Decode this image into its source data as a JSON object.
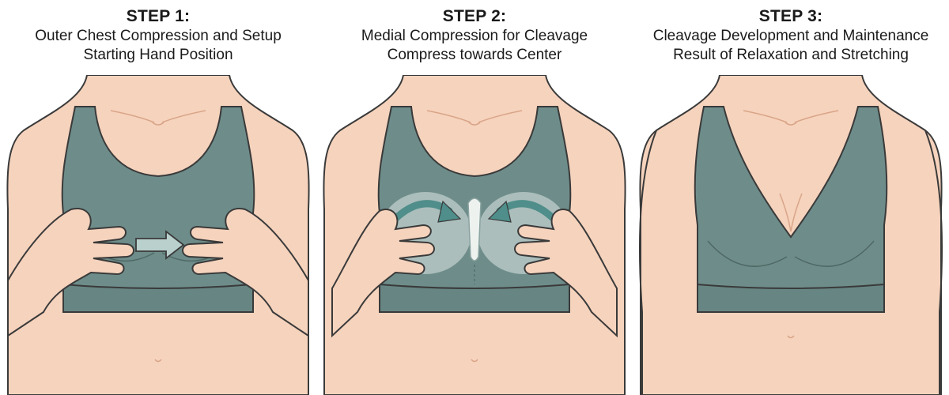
{
  "steps": [
    {
      "title": "STEP 1:",
      "line1": "Outer Chest Compression and Setup",
      "line2": "Starting Hand Position"
    },
    {
      "title": "STEP 2:",
      "line1": "Medial Compression for Cleavage",
      "line2": "Compress towards Center"
    },
    {
      "title": "STEP 3:",
      "line1": "Cleavage Development and Maintenance",
      "line2": "Result of Relaxation and Stretching"
    }
  ],
  "colors": {
    "skin": "#f6d3bd",
    "skin_shadow": "#e8b99c",
    "outline": "#3a3a3a",
    "garment": "#6e8d8a",
    "garment_dark": "#5a7673",
    "garment_band": "#678683",
    "arrow_light": "#b9d0cd",
    "arrow_teal": "#4f8e8a",
    "highlight": "#dfe8e6"
  }
}
